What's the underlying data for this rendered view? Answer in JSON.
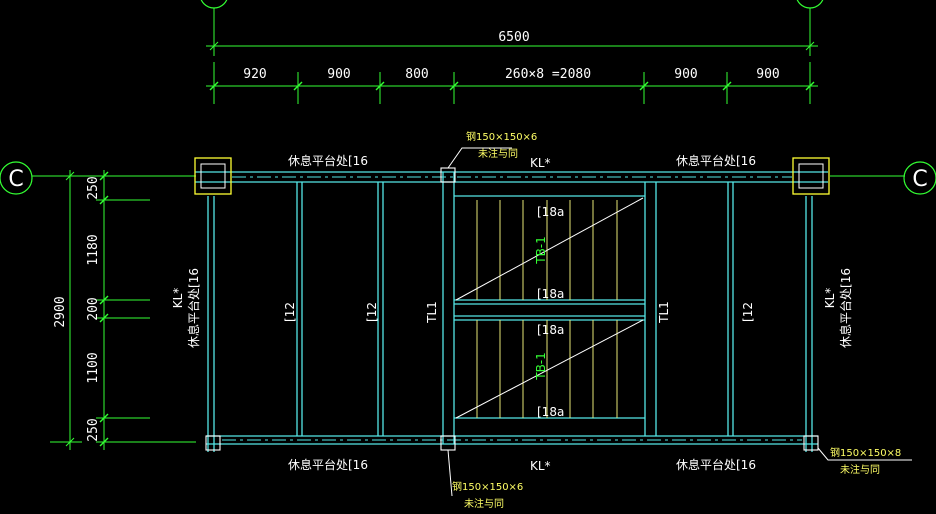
{
  "dims": {
    "overall": "6500",
    "top": [
      "920",
      "900",
      "800",
      "260×8 =2080",
      "900",
      "900"
    ],
    "left_overall": "2900",
    "left": [
      "250",
      "1180",
      "200",
      "1100",
      "250"
    ]
  },
  "axes": {
    "left": "C",
    "right": "C"
  },
  "labels": {
    "platform_top_left": "休息平台处[16",
    "platform_top_right": "休息平台处[16",
    "platform_bottom_left": "休息平台处[16",
    "platform_bottom_right": "休息平台处[16",
    "kl_top": "KL*",
    "kl_bottom": "KL*",
    "kl_left": "KL*",
    "kl_right": "KL*",
    "side_left": "休息平台处[16",
    "side_right": "休息平台处[16",
    "beam_12a": "[12",
    "beam_12b": "[12",
    "beam_12c": "[12",
    "tl1_left": "TL1",
    "tl1_right": "TL1",
    "c18a_1": "[18a",
    "c18a_2": "[18a",
    "c18a_3": "[18a",
    "c18a_4": "[18a",
    "tb1_upper": "TB-1",
    "tb1_lower": "TB-1"
  },
  "notes": {
    "top_note_1": "钢150×150×6",
    "top_note_2": "未注与同",
    "bottom_note_1": "钢150×150×6",
    "bottom_note_2": "未注与同",
    "right_note_1": "钢150×150×8",
    "right_note_2": "未注与同"
  },
  "colors": {
    "dimension": "#33ff33",
    "beam": "#55e6e6",
    "column": "#ffff33",
    "text": "#ffffff",
    "stair_tread": "#ffff66"
  }
}
